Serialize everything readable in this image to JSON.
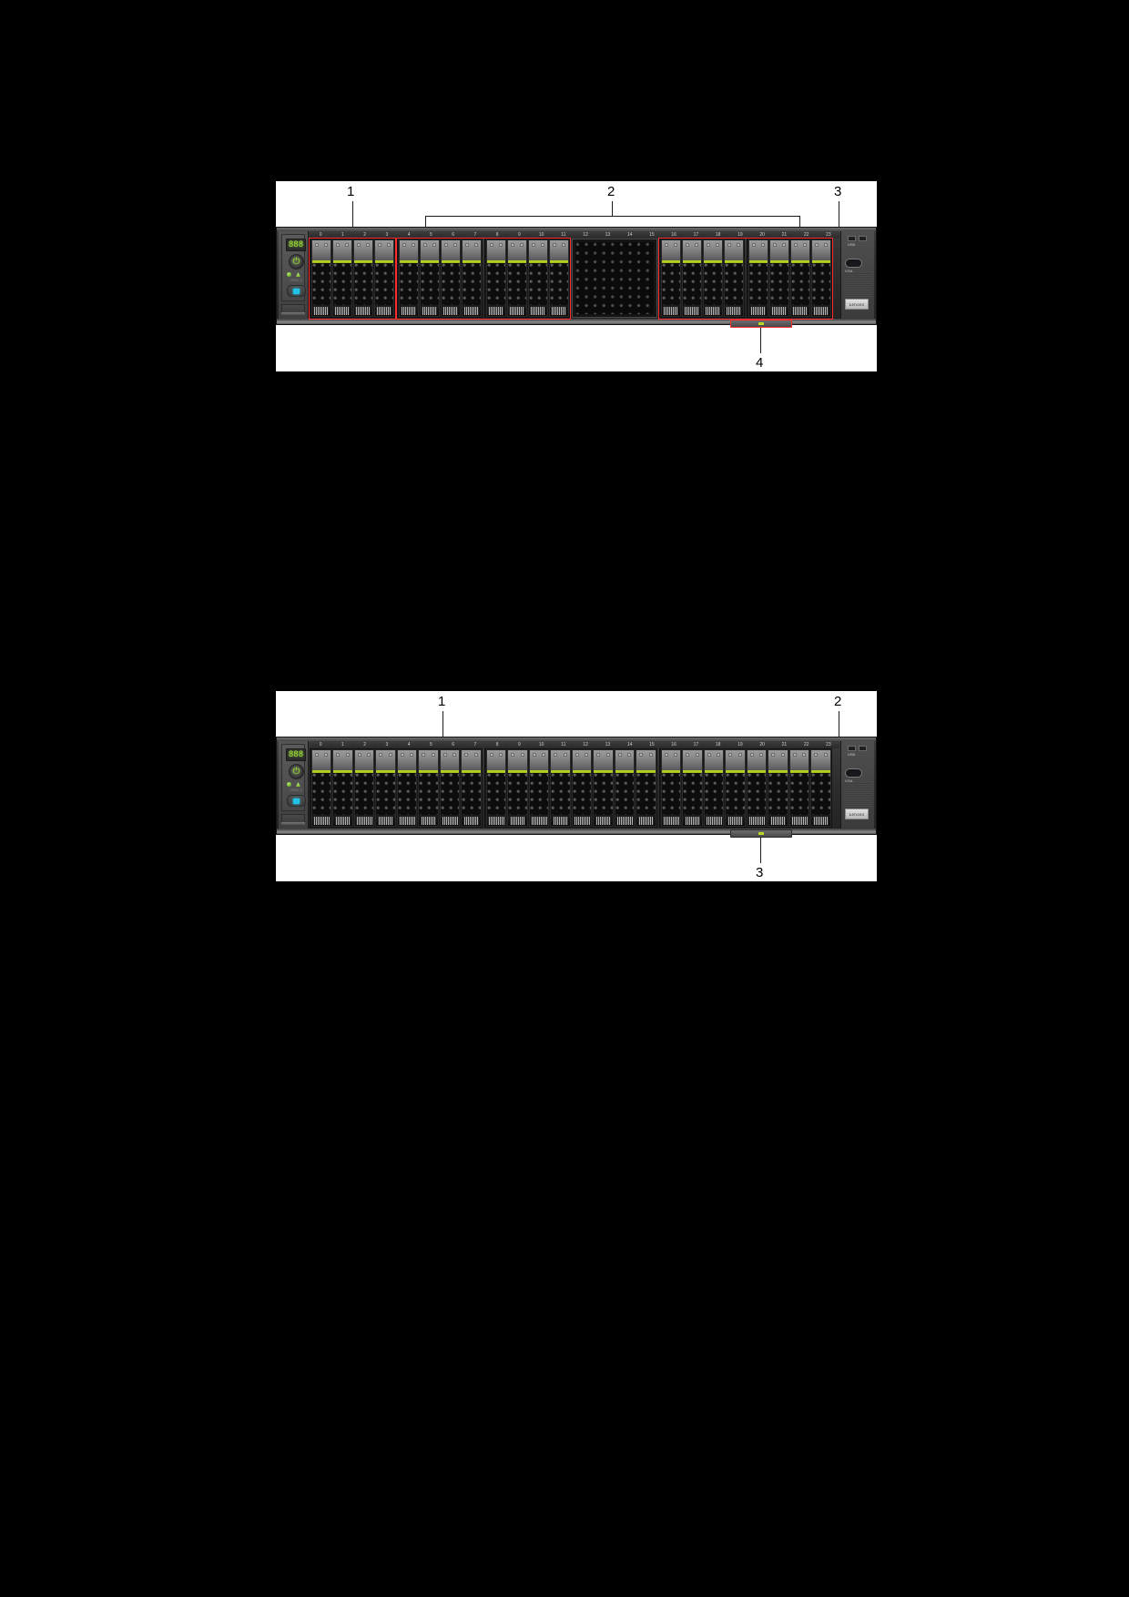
{
  "page": {
    "background": "#000000",
    "canvas": "#ffffff",
    "accent_red": "#ff2d2d",
    "accent_green": "#9ede3a",
    "accent_blue": "#22c2e8"
  },
  "figures": [
    {
      "id": "figure-1",
      "name": "server-front-view-16-drive-plus-filler",
      "callouts": [
        {
          "label": "1",
          "target": "first-drive-group"
        },
        {
          "label": "2",
          "target": "middle-drive-groups-bracket"
        },
        {
          "label": "3",
          "target": "right-drive-group-edge"
        },
        {
          "label": "4",
          "target": "bottom-pull-tab"
        }
      ],
      "control_panel": {
        "led_display": "888",
        "power_button_icon": "power-icon",
        "network_led_icon": "network-led",
        "system_error_led_icon": "system-error-led",
        "led_caption": "FED C",
        "id_button_icon": "identification-led-button"
      },
      "drive_groups": [
        {
          "name": "group-a",
          "highlighted": true,
          "bays": [
            "0",
            "1",
            "2",
            "3"
          ]
        },
        {
          "name": "group-b",
          "highlighted": true,
          "bays": [
            "4",
            "5",
            "6",
            "7"
          ]
        },
        {
          "name": "group-c",
          "highlighted": true,
          "bays": [
            "8",
            "9",
            "10",
            "11"
          ]
        },
        {
          "name": "filler",
          "highlighted": false,
          "bays": [
            "12",
            "13",
            "14",
            "15"
          ]
        },
        {
          "name": "group-d",
          "highlighted": true,
          "bays": [
            "16",
            "17",
            "18",
            "19"
          ]
        },
        {
          "name": "group-e",
          "highlighted": true,
          "bays": [
            "20",
            "21",
            "22",
            "23"
          ]
        }
      ],
      "io_panel": {
        "usb_label": "USB",
        "vga_label": "VGA",
        "brand_badge": "Lenovo"
      },
      "pull_tab": {
        "highlighted": true,
        "label": ""
      }
    },
    {
      "id": "figure-2",
      "name": "server-front-view-24-drive",
      "callouts": [
        {
          "label": "1",
          "target": "drive-bay"
        },
        {
          "label": "2",
          "target": "right-chassis-edge"
        },
        {
          "label": "3",
          "target": "bottom-pull-tab"
        }
      ],
      "control_panel": {
        "led_display": "888",
        "power_button_icon": "power-icon",
        "network_led_icon": "network-led",
        "system_error_led_icon": "system-error-led",
        "led_caption": "FED C",
        "id_button_icon": "identification-led-button"
      },
      "drive_groups": [
        {
          "name": "group-a",
          "highlighted": false,
          "bays": [
            "0",
            "1",
            "2",
            "3",
            "4",
            "5",
            "6",
            "7"
          ]
        },
        {
          "name": "group-b",
          "highlighted": false,
          "bays": [
            "8",
            "9",
            "10",
            "11",
            "12",
            "13",
            "14",
            "15"
          ]
        },
        {
          "name": "group-c",
          "highlighted": false,
          "bays": [
            "16",
            "17",
            "18",
            "19",
            "20",
            "21",
            "22",
            "23"
          ]
        }
      ],
      "io_panel": {
        "usb_label": "USB",
        "vga_label": "VGA",
        "brand_badge": "Lenovo"
      },
      "pull_tab": {
        "highlighted": false,
        "label": ""
      }
    }
  ]
}
